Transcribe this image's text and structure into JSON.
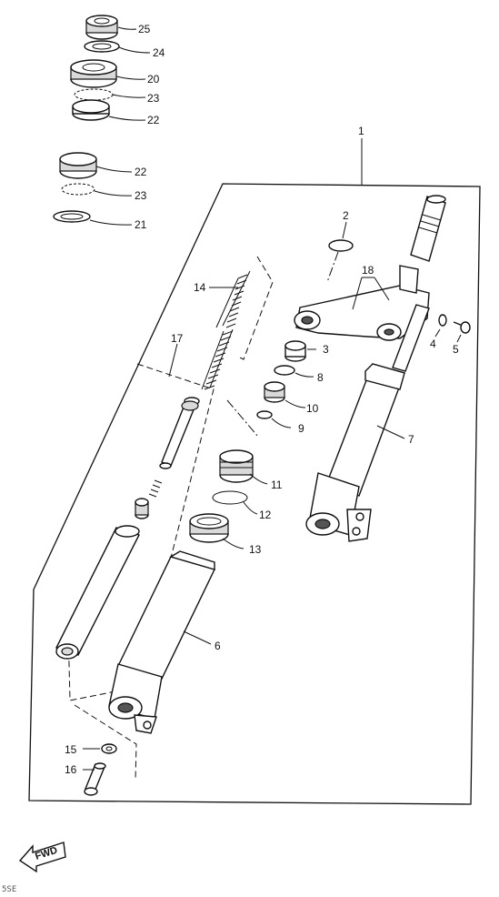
{
  "labels": {
    "p1": "1",
    "p2": "2",
    "p3": "3",
    "p4": "4",
    "p5": "5",
    "p6": "6",
    "p7": "7",
    "p8": "8",
    "p9": "9",
    "p10": "10",
    "p11": "11",
    "p12": "12",
    "p13": "13",
    "p14": "14",
    "p15": "15",
    "p16": "16",
    "p17": "17",
    "p18": "18",
    "p20": "20",
    "p21": "21",
    "p22a": "22",
    "p22b": "22",
    "p23a": "23",
    "p23b": "23",
    "p24": "24",
    "p25": "25"
  },
  "forward_arrow": "FWD",
  "corner_code": "5SE"
}
